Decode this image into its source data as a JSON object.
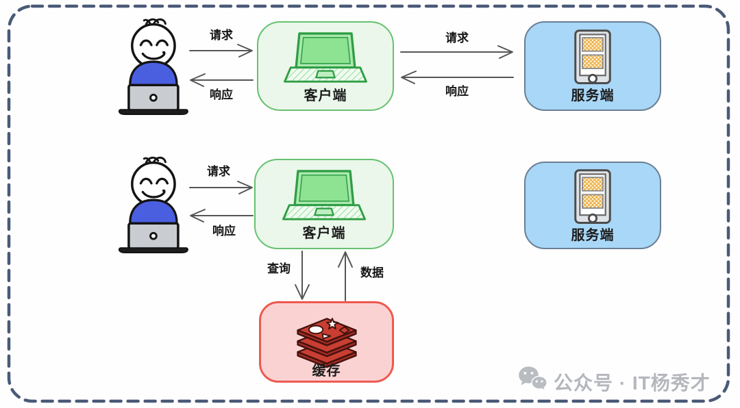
{
  "frame": {
    "border_color": "#4a5a78"
  },
  "colors": {
    "client_fill": "#eaf7ea",
    "client_border": "#67c06f",
    "server_fill": "#a8d7f7",
    "server_border": "#6a7e93",
    "cache_fill": "#fbd2d2",
    "cache_border": "#ee5950",
    "arrow": "#555555",
    "label_text": "#1c1c1c",
    "watermark_text": "#b4b7bc",
    "user_body_blue": "#4a5fe0",
    "redis_red": "#c93e32",
    "server_slot_orange": "#e9a63a"
  },
  "icons": {
    "user": "user-at-laptop-icon",
    "client": "laptop-icon",
    "server": "server-phone-icon",
    "cache": "redis-stack-icon",
    "watermark": "wechat-icon"
  },
  "flow1": {
    "request_user": "请求",
    "response_user": "响应",
    "client": "客户端",
    "request_server": "请求",
    "response_server": "响应",
    "server": "服务端"
  },
  "flow2": {
    "request_user": "请求",
    "response_user": "响应",
    "client": "客户端",
    "server": "服务端",
    "query": "查询",
    "data": "数据",
    "cache": "缓存"
  },
  "watermark": {
    "text": "公众号 · IT杨秀才"
  }
}
